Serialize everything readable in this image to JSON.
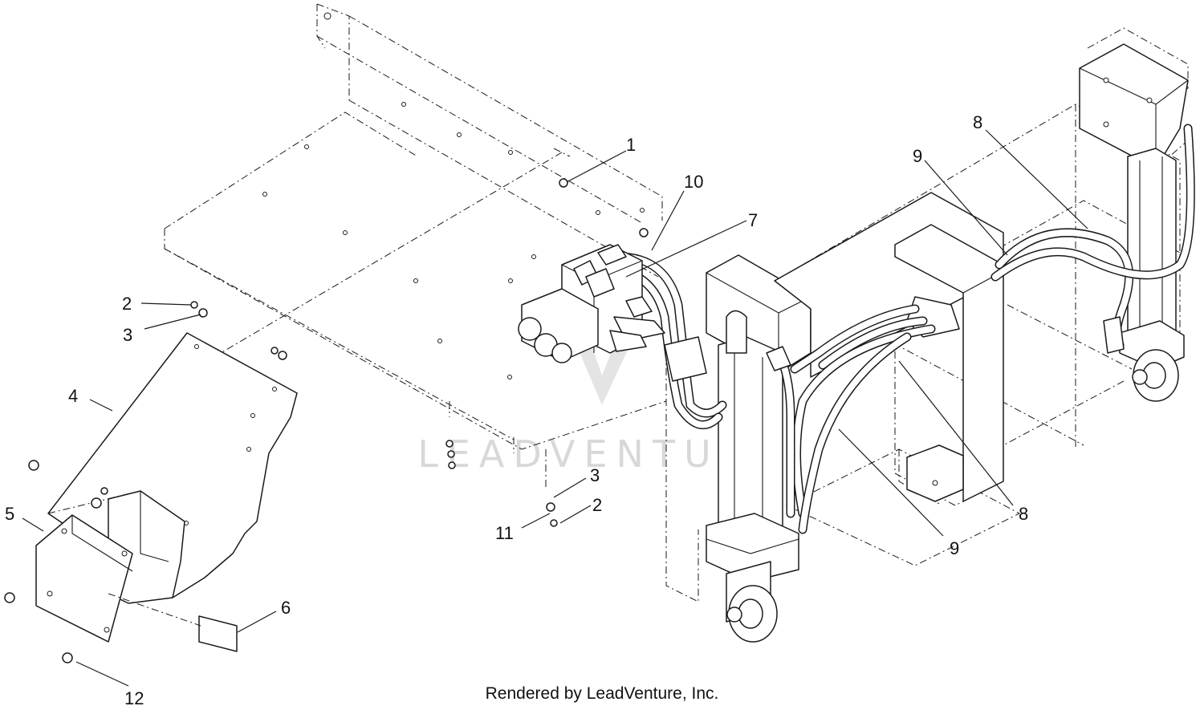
{
  "callouts": [
    {
      "id": "1",
      "label": "1"
    },
    {
      "id": "2a",
      "label": "2"
    },
    {
      "id": "3a",
      "label": "3"
    },
    {
      "id": "4",
      "label": "4"
    },
    {
      "id": "5",
      "label": "5"
    },
    {
      "id": "6",
      "label": "6"
    },
    {
      "id": "7",
      "label": "7"
    },
    {
      "id": "8a",
      "label": "8"
    },
    {
      "id": "8b",
      "label": "8"
    },
    {
      "id": "9a",
      "label": "9"
    },
    {
      "id": "9b",
      "label": "9"
    },
    {
      "id": "10",
      "label": "10"
    },
    {
      "id": "3b",
      "label": "3"
    },
    {
      "id": "2b",
      "label": "2"
    },
    {
      "id": "11",
      "label": "11"
    },
    {
      "id": "12",
      "label": "12"
    }
  ],
  "watermark": "LEADVENTURE",
  "caption": "Rendered by LeadVenture, Inc.",
  "colors": {
    "line": "#1a1a1a",
    "watermark": "#d8d8d8",
    "background": "#ffffff"
  }
}
